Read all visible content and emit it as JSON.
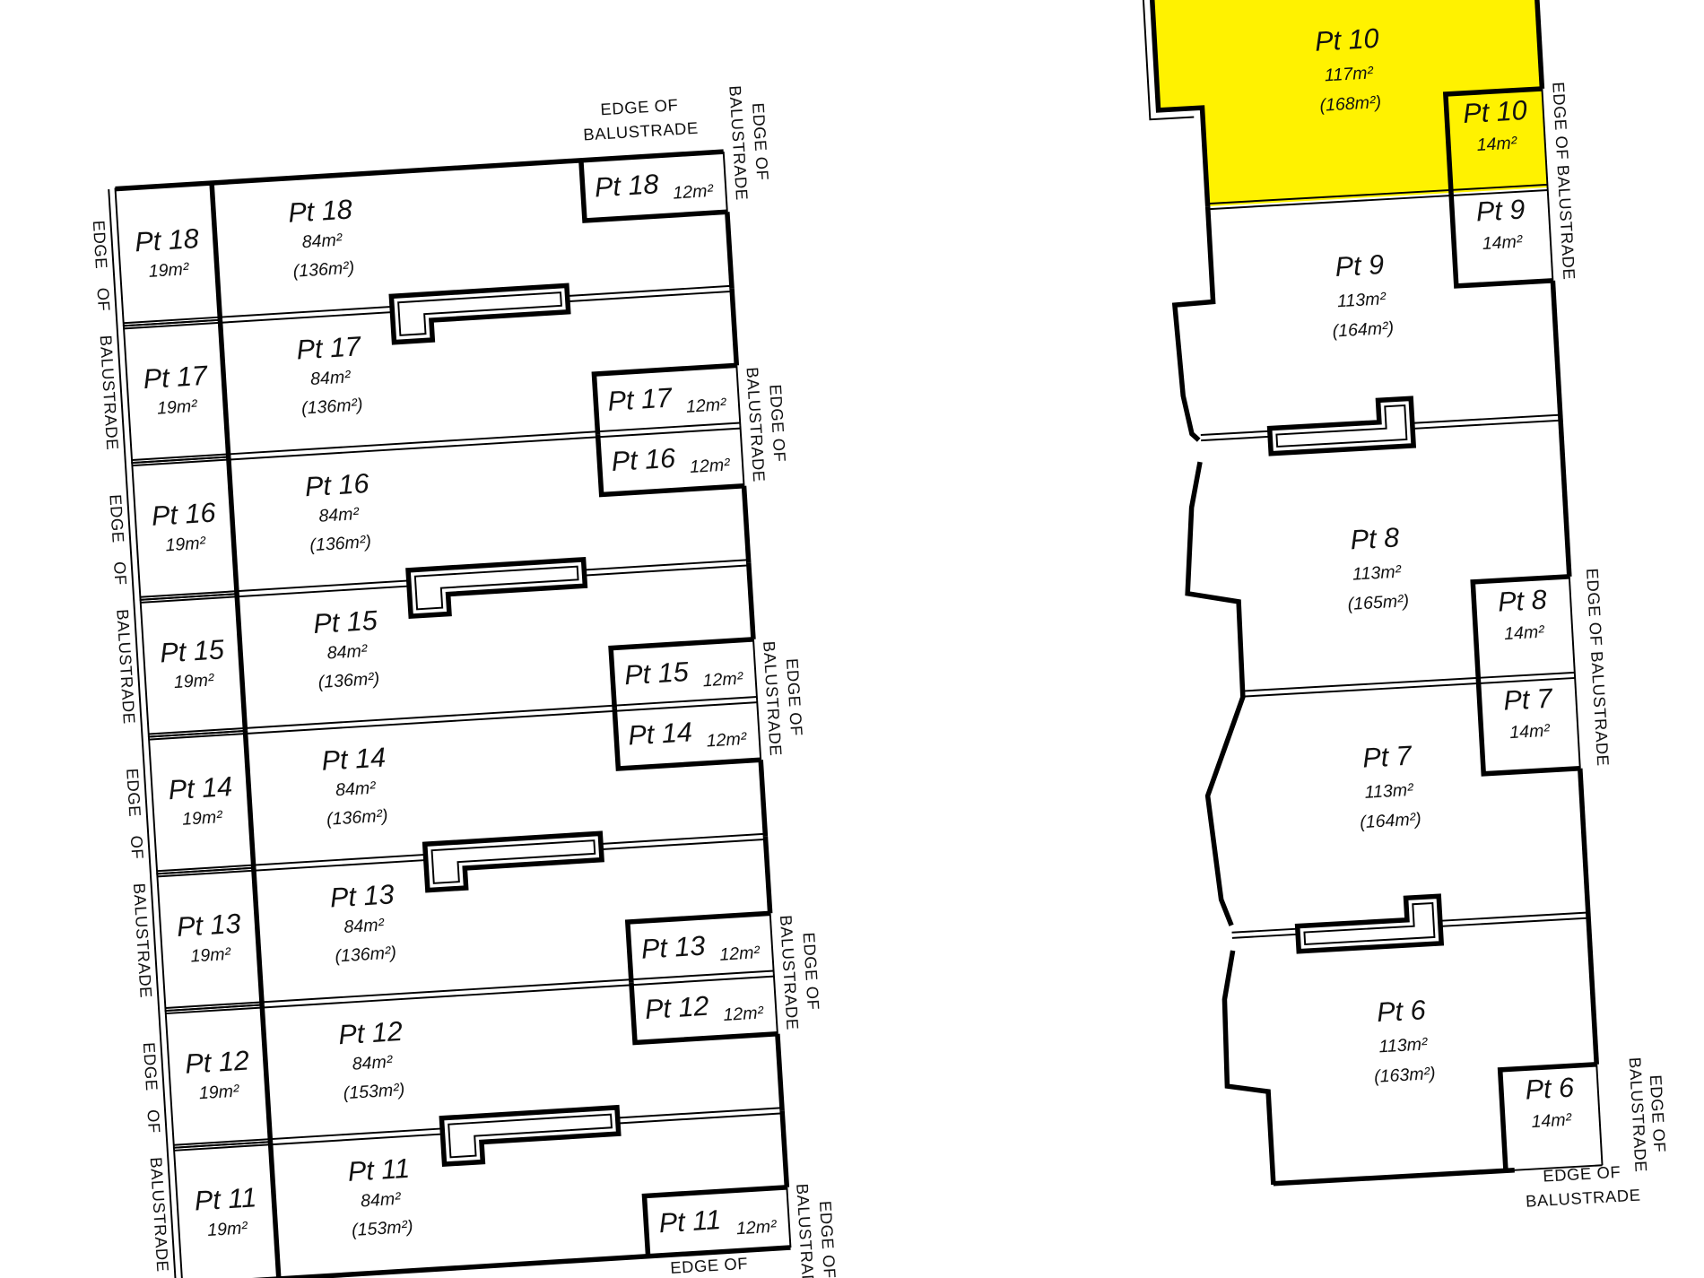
{
  "title": "Strata plan – lot areas",
  "highlight_color": "#FFF200",
  "edge_labels": {
    "edge_of": "EDGE OF",
    "balustrade": "BALUSTRADE",
    "edge": "EDGE",
    "of": "OF",
    "edge_of_balustrade": "EDGE OF BALUSTRADE"
  },
  "left_units": [
    {
      "pt": "Pt 18",
      "small_area": "19m²",
      "main_area": "84m²",
      "main_total": "(136m²)",
      "balcony_area": "12m²"
    },
    {
      "pt": "Pt 17",
      "small_area": "19m²",
      "main_area": "84m²",
      "main_total": "(136m²)",
      "balcony_area": "12m²"
    },
    {
      "pt": "Pt 16",
      "small_area": "19m²",
      "main_area": "84m²",
      "main_total": "(136m²)",
      "balcony_area": "12m²"
    },
    {
      "pt": "Pt 15",
      "small_area": "19m²",
      "main_area": "84m²",
      "main_total": "(136m²)",
      "balcony_area": "12m²"
    },
    {
      "pt": "Pt 14",
      "small_area": "19m²",
      "main_area": "84m²",
      "main_total": "(136m²)",
      "balcony_area": "12m²"
    },
    {
      "pt": "Pt 13",
      "small_area": "19m²",
      "main_area": "84m²",
      "main_total": "(136m²)",
      "balcony_area": "12m²"
    },
    {
      "pt": "Pt 12",
      "small_area": "19m²",
      "main_area": "84m²",
      "main_total": "(153m²)",
      "balcony_area": "12m²"
    },
    {
      "pt": "Pt 11",
      "small_area": "19m²",
      "main_area": "84m²",
      "main_total": "(153m²)",
      "balcony_area": "12m²"
    }
  ],
  "right_units": [
    {
      "pt": "Pt 10",
      "main_area": "117m²",
      "main_total": "(168m²)",
      "balcony_area": "14m²",
      "highlighted": true
    },
    {
      "pt": "Pt 9",
      "main_area": "113m²",
      "main_total": "(164m²)",
      "balcony_area": "14m²",
      "highlighted": false
    },
    {
      "pt": "Pt 8",
      "main_area": "113m²",
      "main_total": "(165m²)",
      "balcony_area": "14m²",
      "highlighted": false
    },
    {
      "pt": "Pt 7",
      "main_area": "113m²",
      "main_total": "(164m²)",
      "balcony_area": "14m²",
      "highlighted": false
    },
    {
      "pt": "Pt 6",
      "main_area": "113m²",
      "main_total": "(163m²)",
      "balcony_area": "14m²",
      "highlighted": false
    }
  ]
}
